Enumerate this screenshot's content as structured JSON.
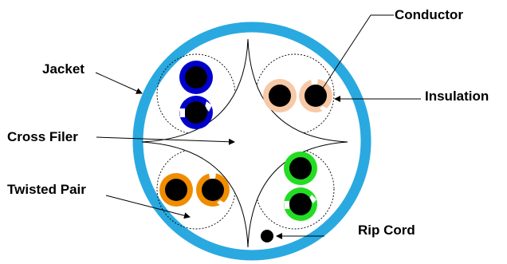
{
  "labels": {
    "conductor": "Conductor",
    "jacket": "Jacket",
    "insulation": "Insulation",
    "cross_filler": "Cross Filer",
    "twisted_pair": "Twisted Pair",
    "rip_cord": "Rip Cord"
  },
  "colors": {
    "jacket": "#29a9e0",
    "pair_blue": "#0000cc",
    "pair_peach": "#f7c9a6",
    "pair_orange": "#f08c00",
    "pair_green": "#22dd22",
    "conductor": "#000000",
    "stripe": "#ffffff"
  }
}
